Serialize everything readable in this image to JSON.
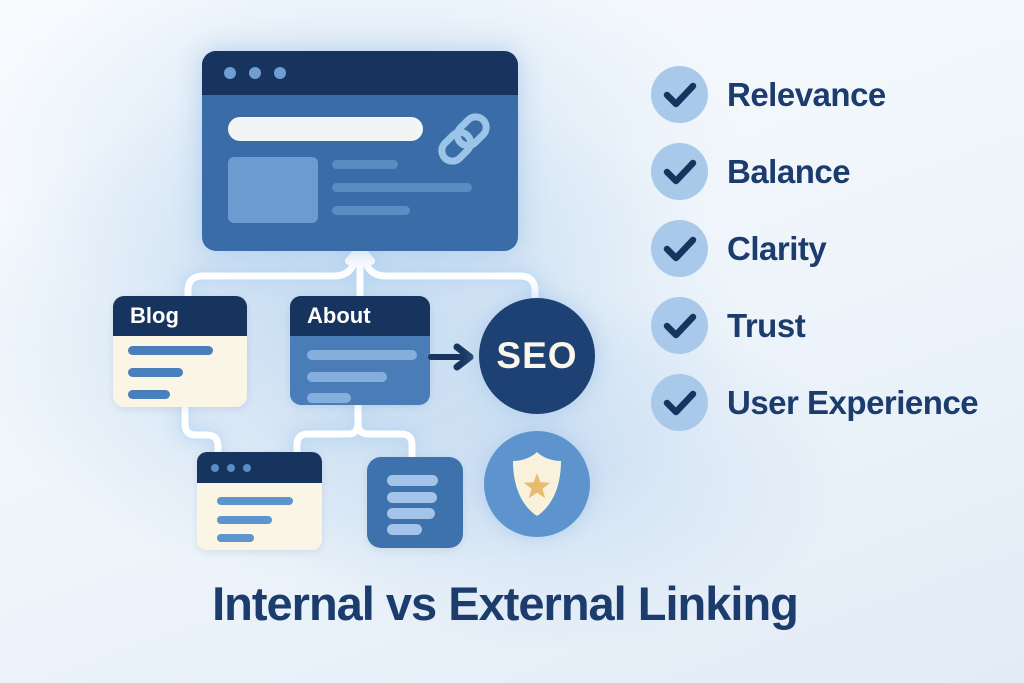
{
  "title": "Internal vs External Linking",
  "checklist": {
    "items": [
      {
        "label": "Relevance"
      },
      {
        "label": "Balance"
      },
      {
        "label": "Clarity"
      },
      {
        "label": "Trust"
      },
      {
        "label": "User Experience"
      }
    ]
  },
  "diagram": {
    "pages": [
      {
        "label": "Blog"
      },
      {
        "label": "About"
      }
    ],
    "seo_label": "SEO",
    "icons": [
      "browser-dots",
      "link-icon",
      "up-arrow-icon",
      "right-arrow-icon",
      "checkmark-icon",
      "shield-icon",
      "star-icon"
    ]
  },
  "colors": {
    "navy_header": "#17345f",
    "navy_text": "#1c3c6e",
    "browser_body_blue": "#3a6ca8",
    "card_blue": "#4a7cb8",
    "card_cream": "#faf5e4",
    "line_blue": "#4a7fbe",
    "line_light_blue": "#85aedd",
    "check_circle_blue": "#a9c9ea",
    "seo_circle_navy": "#1e4173",
    "shield_circle_blue": "#5d94cd",
    "star_gold": "#e7bc6e",
    "connector_white": "#ffffff"
  }
}
